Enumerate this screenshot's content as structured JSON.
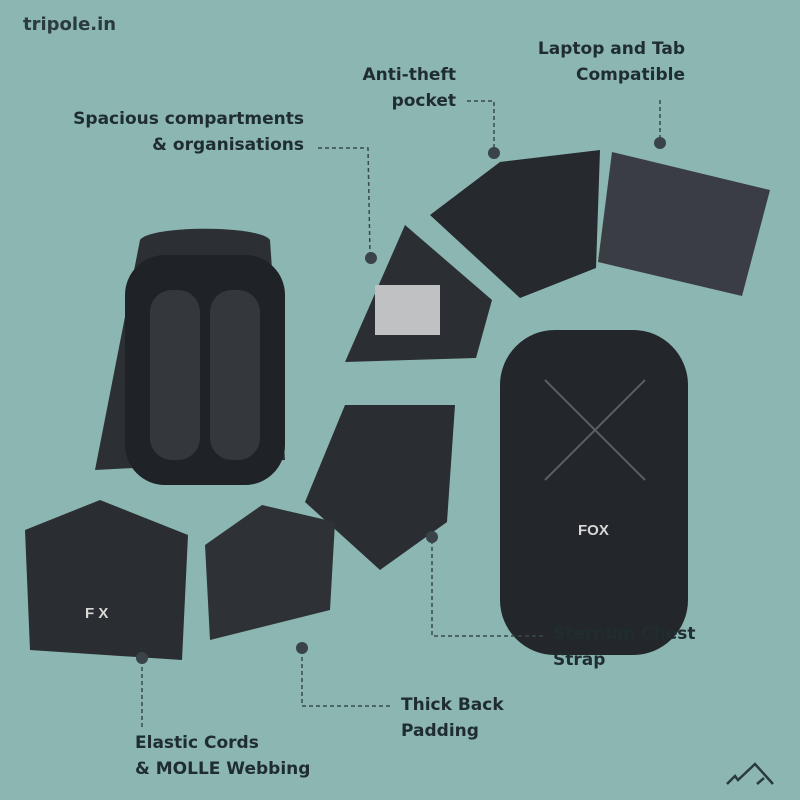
{
  "brand": "tripole.in",
  "features": {
    "laptop": [
      "Laptop and Tab",
      "Compatible"
    ],
    "antitheft": [
      "Anti-theft",
      "pocket"
    ],
    "spacious": [
      "Spacious compartments",
      "& organisations"
    ],
    "sternum": [
      "Sternum Chest",
      "Strap"
    ],
    "back": [
      "Thick Back",
      "Padding"
    ],
    "elastic": [
      "Elastic Cords",
      "& MOLLE Webbing"
    ]
  },
  "product_logo": "FOX",
  "icons": {
    "corner": "mountain-icon"
  },
  "colors": {
    "background": "#8bb6b2",
    "text": "#1f2d30",
    "bag": "#23272b"
  }
}
